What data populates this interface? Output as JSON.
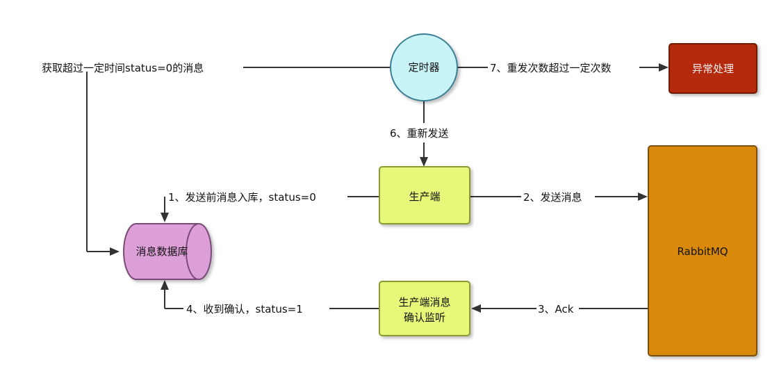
{
  "nodes": {
    "timer": {
      "label": "定时器",
      "fill": "#c8f4f8",
      "stroke": "#3a7f95"
    },
    "exception": {
      "label": "异常处理",
      "fill": "#b52a08",
      "stroke": "#6e1a06"
    },
    "producer": {
      "label": "生产端",
      "fill": "#e6f77a",
      "stroke": "#8a9a2e"
    },
    "listener": {
      "line1": "生产端消息",
      "line2": "确认监听",
      "fill": "#e6f77a",
      "stroke": "#8a9a2e"
    },
    "database": {
      "label": "消息数据库",
      "fill": "#dd9fd8",
      "stroke": "#7a4a78"
    },
    "rabbitmq": {
      "label": "RabbitMQ",
      "fill": "#d98a0f",
      "stroke": "#7d4f08"
    }
  },
  "edges": {
    "fetch": "获取超过一定时间status=0的消息",
    "step1": "1、发送前消息入库，status=0",
    "step2": "2、发送消息",
    "step3": "3、Ack",
    "step4": "4、收到确认，status=1",
    "step6": "6、重新发送",
    "step7": "7、重发次数超过一定次数"
  }
}
